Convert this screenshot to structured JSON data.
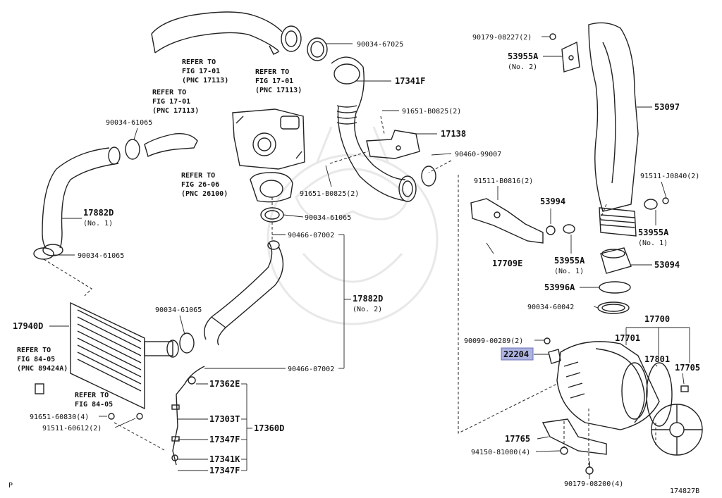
{
  "diagram": {
    "footer_left": "P",
    "diagram_number": "174827B",
    "highlight_color": "#aeb4e0",
    "parts": [
      {
        "key": "p90034_67025",
        "text": "90034-67025"
      },
      {
        "key": "p17341F",
        "text": "17341F"
      },
      {
        "key": "p91651_B0825_top",
        "text": "91651-B0825(2)"
      },
      {
        "key": "p17138",
        "text": "17138"
      },
      {
        "key": "p90460_99007",
        "text": "90460-99007"
      },
      {
        "key": "p91651_B0825_bot",
        "text": "91651-B0825(2)"
      },
      {
        "key": "p90034_61065_a",
        "text": "90034-61065"
      },
      {
        "key": "p17882D_1",
        "text": "17882D"
      },
      {
        "key": "p17882D_1_sub",
        "text": "(No. 1)"
      },
      {
        "key": "p90034_61065_b",
        "text": "90034-61065"
      },
      {
        "key": "p90034_61065_c",
        "text": "90034-61065"
      },
      {
        "key": "p90466_07002_a",
        "text": "90466-07002"
      },
      {
        "key": "p17882D_2",
        "text": "17882D"
      },
      {
        "key": "p17882D_2_sub",
        "text": "(No. 2)"
      },
      {
        "key": "p90034_61065_d",
        "text": "90034-61065"
      },
      {
        "key": "p17940D",
        "text": "17940D"
      },
      {
        "key": "p90466_07002_b",
        "text": "90466-07002"
      },
      {
        "key": "p17362E",
        "text": "17362E"
      },
      {
        "key": "p17303T",
        "text": "17303T"
      },
      {
        "key": "p17360D",
        "text": "17360D"
      },
      {
        "key": "p17347F_a",
        "text": "17347F"
      },
      {
        "key": "p17341K",
        "text": "17341K"
      },
      {
        "key": "p17347F_b",
        "text": "17347F"
      },
      {
        "key": "p91651_60830",
        "text": "91651-60830(4)"
      },
      {
        "key": "p91511_60612",
        "text": "91511-60612(2)"
      },
      {
        "key": "p90179_08227",
        "text": "90179-08227(2)"
      },
      {
        "key": "p53955A_2",
        "text": "53955A"
      },
      {
        "key": "p53955A_2_sub",
        "text": "(No. 2)"
      },
      {
        "key": "p53097",
        "text": "53097"
      },
      {
        "key": "p91511_B0816",
        "text": "91511-B0816(2)"
      },
      {
        "key": "p53994",
        "text": "53994"
      },
      {
        "key": "p91511_J0840",
        "text": "91511-J0840(2)"
      },
      {
        "key": "p53955A_1a",
        "text": "53955A"
      },
      {
        "key": "p53955A_1a_sub",
        "text": "(No. 1)"
      },
      {
        "key": "p17709E",
        "text": "17709E"
      },
      {
        "key": "p53955A_1b",
        "text": "53955A"
      },
      {
        "key": "p53955A_1b_sub",
        "text": "(No. 1)"
      },
      {
        "key": "p53094",
        "text": "53094"
      },
      {
        "key": "p53996A",
        "text": "53996A"
      },
      {
        "key": "p90034_60042",
        "text": "90034-60042"
      },
      {
        "key": "p17700",
        "text": "17700"
      },
      {
        "key": "p17701",
        "text": "17701"
      },
      {
        "key": "p90099_00289",
        "text": "90099-00289(2)"
      },
      {
        "key": "p22204",
        "text": "22204"
      },
      {
        "key": "p17801",
        "text": "17801"
      },
      {
        "key": "p17705",
        "text": "17705"
      },
      {
        "key": "p17765",
        "text": "17765"
      },
      {
        "key": "p94150_81000",
        "text": "94150-81000(4)"
      },
      {
        "key": "p90179_08200",
        "text": "90179-08200(4)"
      }
    ],
    "refs": [
      {
        "key": "r1",
        "lines": [
          "REFER TO",
          "FIG 17-01",
          "(PNC 17113)"
        ]
      },
      {
        "key": "r2",
        "lines": [
          "REFER TO",
          "FIG 17-01",
          "(PNC 17113)"
        ]
      },
      {
        "key": "r3",
        "lines": [
          "REFER TO",
          "FIG 17-01",
          "(PNC 17113)"
        ]
      },
      {
        "key": "r4",
        "lines": [
          "REFER TO",
          "FIG 26-06",
          "(PNC 26100)"
        ]
      },
      {
        "key": "r5",
        "lines": [
          "REFER TO",
          "FIG 84-05",
          "(PNC 89424A)"
        ]
      },
      {
        "key": "r6",
        "lines": [
          "REFER TO",
          "FIG 84-05"
        ]
      }
    ]
  }
}
